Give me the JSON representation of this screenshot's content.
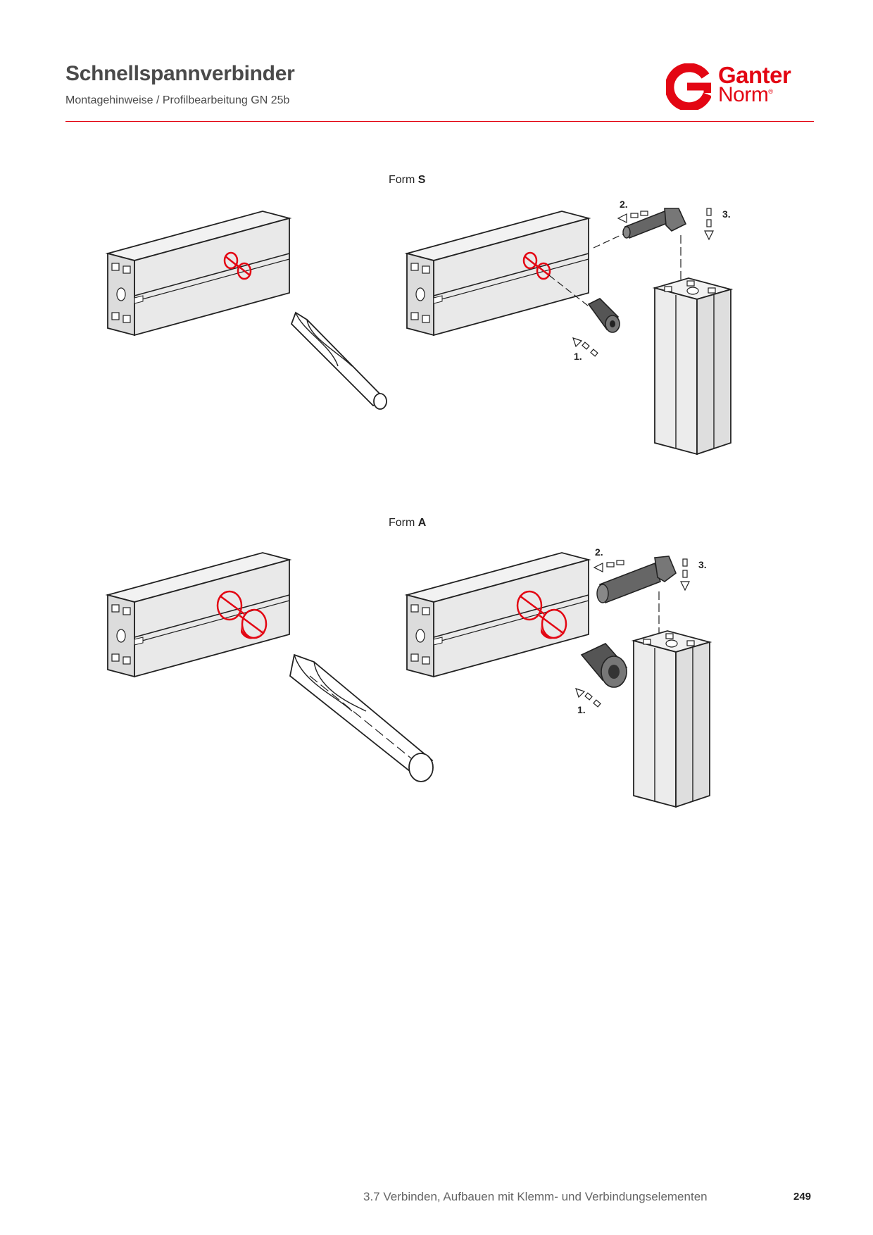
{
  "header": {
    "title": "Schnellspannverbinder",
    "subtitle": "Montagehinweise / Profilbearbeitung GN 25b"
  },
  "logo": {
    "name": "Ganter",
    "norm": "Norm",
    "reg": "®",
    "color": "#e30613"
  },
  "sections": {
    "form_s": {
      "prefix": "Form",
      "letter": "S"
    },
    "form_a": {
      "prefix": "Form",
      "letter": "A"
    }
  },
  "steps": {
    "s1": "1.",
    "s2": "2.",
    "s3": "3.",
    "a1": "1.",
    "a2": "2.",
    "a3": "3."
  },
  "footer": {
    "chapter": "3.7 Verbinden, Aufbauen mit Klemm- und Verbindungselementen",
    "page": "249"
  }
}
